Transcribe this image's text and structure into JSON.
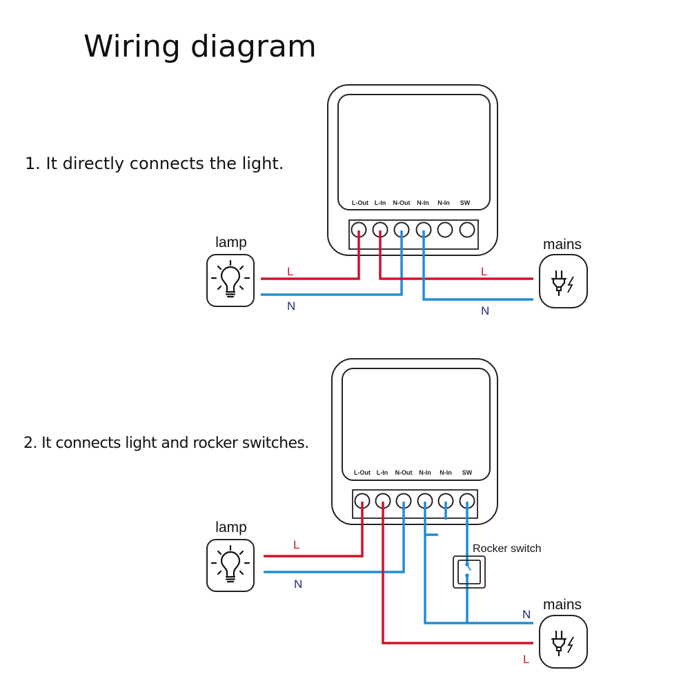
{
  "title": "Wiring diagram",
  "colors": {
    "live_wire": "#d0122a",
    "neutral_wire": "#1f8dd6",
    "neutral_label": "#1f2a7a",
    "outline": "#222222"
  },
  "diagrams": [
    {
      "caption": "1. It directly connects the light.",
      "terminals": [
        "L-Out",
        "L-In",
        "N-Out",
        "N-In",
        "N-In",
        "SW"
      ],
      "lamp": {
        "label": "lamp",
        "icon": "light-bulb-icon"
      },
      "mains": {
        "label": "mains",
        "icon": "plug-lightning-icon"
      },
      "wire_labels": {
        "lamp_live": "L",
        "lamp_neutral": "N",
        "mains_live": "L",
        "mains_neutral": "N"
      },
      "connections": [
        {
          "from": "lamp L",
          "to": "L-Out",
          "wire": "live"
        },
        {
          "from": "lamp N",
          "to": "N-Out",
          "wire": "neutral"
        },
        {
          "from": "mains L",
          "to": "L-In",
          "wire": "live"
        },
        {
          "from": "mains N",
          "to": "N-In",
          "wire": "neutral"
        }
      ]
    },
    {
      "caption": "2. It connects light and rocker switches.",
      "terminals": [
        "L-Out",
        "L-In",
        "N-Out",
        "N-In",
        "N-In",
        "SW"
      ],
      "lamp": {
        "label": "lamp",
        "icon": "light-bulb-icon"
      },
      "mains": {
        "label": "mains",
        "icon": "plug-lightning-icon"
      },
      "rocker_switch": {
        "label": "Rocker switch",
        "icon": "rocker-switch-icon"
      },
      "wire_labels": {
        "lamp_live": "L",
        "lamp_neutral": "N",
        "mains_live": "L",
        "mains_neutral": "N"
      },
      "connections": [
        {
          "from": "lamp L",
          "to": "L-Out",
          "wire": "live"
        },
        {
          "from": "lamp N",
          "to": "N-Out",
          "wire": "neutral"
        },
        {
          "from": "mains L",
          "to": "L-In",
          "wire": "live"
        },
        {
          "from": "mains N",
          "to": "N-In",
          "wire": "neutral"
        },
        {
          "from": "SW",
          "to": "mains N",
          "via": "Rocker switch",
          "wire": "neutral"
        }
      ]
    }
  ]
}
